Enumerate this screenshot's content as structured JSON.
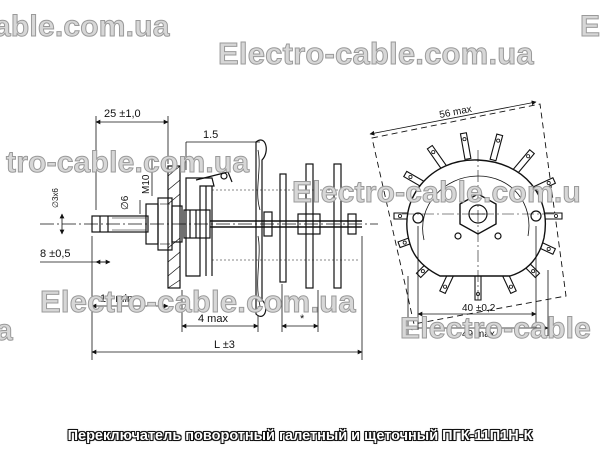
{
  "watermarks": [
    "able.com.ua",
    "Electro-cable.com.ua",
    "E",
    "tro-cable.com.ua",
    "Electro-cable.com.u",
    "Electro-cable.com.ua",
    "a",
    "Electro-cable"
  ],
  "dimensions": {
    "overall_width": "25 ±1,0",
    "step": "1.5",
    "thread": "M10",
    "shaft_dia": "∅6",
    "dim_flat": "∅3x6",
    "flat_length": "8 ±0,5",
    "min_length": "18 min",
    "max_gap": "4 max",
    "asterisk": "*",
    "total_length": "L ±3",
    "front_diag": "56 max",
    "front_mid": "40 ±0,2",
    "front_width": "49 max"
  },
  "caption": "Переключатель поворотный галетный и щеточный ПГК-11П1Н-К",
  "colors": {
    "line": "#111111",
    "watermark_fill": "#d7d7d7",
    "watermark_stroke": "#9a9a9a",
    "caption_text": "#ffffff"
  }
}
